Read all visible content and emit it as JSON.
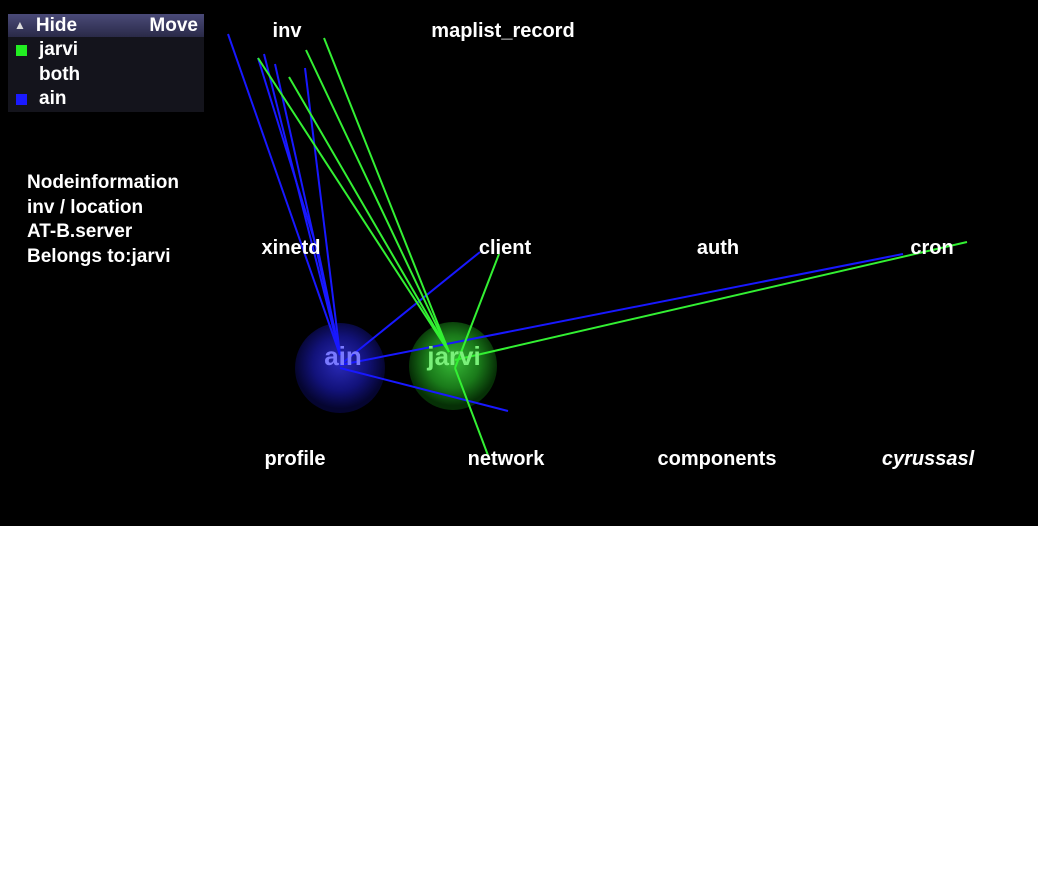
{
  "legend": {
    "hide_label": "Hide",
    "hide_icon": "triangle-up-icon",
    "move_label": "Move",
    "items": [
      {
        "label": "jarvi",
        "color": "#22ee22"
      },
      {
        "label": "both",
        "color": ""
      },
      {
        "label": "ain",
        "color": "#1a1aff"
      }
    ]
  },
  "node_info": {
    "title": "Nodeinformation",
    "path": "inv / location",
    "value": "AT-B.server",
    "belongs": "Belongs to:jarvi"
  },
  "nodes": {
    "ain": {
      "label": "ain",
      "color": "#1a1aff"
    },
    "jarvi": {
      "label": "jarvi",
      "color": "#22ee22"
    }
  },
  "categories": {
    "inv": "inv",
    "maplist_record": "maplist_record",
    "xinetd": "xinetd",
    "client": "client",
    "auth": "auth",
    "cron": "cron",
    "profile": "profile",
    "network": "network",
    "components": "components",
    "cyrussasl": "cyrussasl"
  }
}
